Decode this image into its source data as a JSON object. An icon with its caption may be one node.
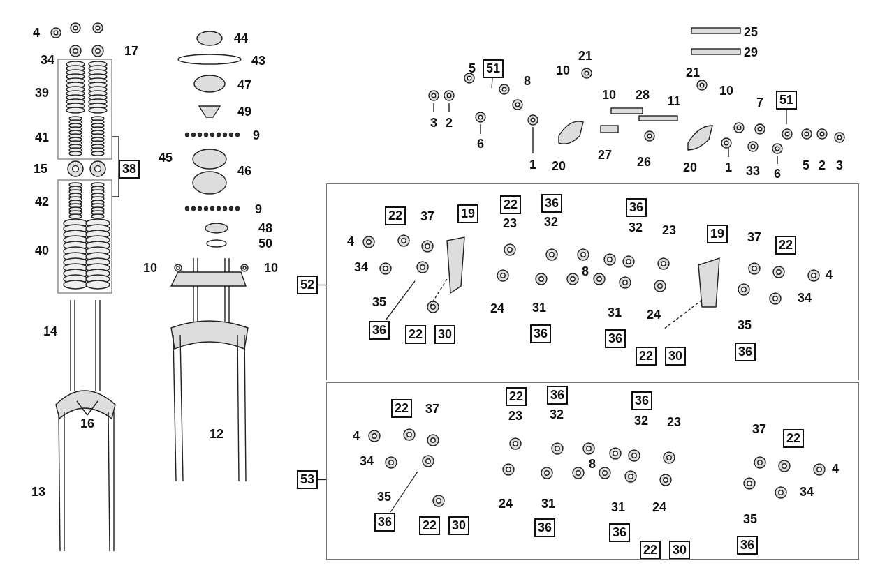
{
  "diagram": {
    "nodes": [
      {
        "text": [
          "38"
        ]
      },
      {
        "text": [
          "51"
        ]
      },
      {
        "text": [
          "51"
        ]
      },
      {
        "text": [
          "52"
        ]
      },
      {
        "text": [],
        "shape": "box"
      },
      {
        "text": [
          "22"
        ],
        "in": 4
      },
      {
        "text": [
          "19"
        ],
        "in": 4
      },
      {
        "text": [
          "22"
        ],
        "in": 4
      },
      {
        "text": [
          "36"
        ],
        "in": 4
      },
      {
        "text": [
          "36"
        ],
        "in": 4
      },
      {
        "text": [
          "19"
        ],
        "in": 4
      },
      {
        "text": [
          "22"
        ],
        "in": 4
      },
      {
        "text": [
          "36"
        ],
        "in": 4
      },
      {
        "text": [
          "22"
        ],
        "in": 4
      },
      {
        "text": [
          "30"
        ],
        "in": 4
      },
      {
        "text": [
          "36"
        ],
        "in": 4
      },
      {
        "text": [
          "36"
        ],
        "in": 4
      },
      {
        "text": [
          "22"
        ],
        "in": 4
      },
      {
        "text": [
          "30"
        ],
        "in": 4
      },
      {
        "text": [
          "36"
        ],
        "in": 4
      },
      {
        "text": [
          "53"
        ]
      },
      {
        "text": [],
        "shape": "box"
      },
      {
        "text": [
          "22"
        ],
        "in": 21
      },
      {
        "text": [
          "36"
        ],
        "in": 21
      },
      {
        "text": [
          "36"
        ],
        "in": 21
      },
      {
        "text": [
          "22"
        ],
        "in": 21
      },
      {
        "text": [
          "22"
        ],
        "in": 21
      },
      {
        "text": [
          "36"
        ],
        "in": 21
      },
      {
        "text": [
          "22"
        ],
        "in": 21
      },
      {
        "text": [
          "30"
        ],
        "in": 21
      },
      {
        "text": [
          "36"
        ],
        "in": 21
      },
      {
        "text": [
          "36"
        ],
        "in": 21
      },
      {
        "text": [
          "22"
        ],
        "in": 21
      },
      {
        "text": [
          "30"
        ],
        "in": 21
      },
      {
        "text": [
          "36"
        ],
        "in": 21
      }
    ],
    "edges": [
      {
        "from": 1,
        "to": null,
        "arrow": "none"
      },
      {
        "from": 2,
        "to": null,
        "arrow": "none"
      },
      {
        "from": 3,
        "to": 4,
        "arrow": "none"
      },
      {
        "from": 12,
        "to": null,
        "arrow": "none"
      },
      {
        "from": 20,
        "to": 21,
        "arrow": "none"
      },
      {
        "from": 27,
        "to": null,
        "arrow": "none"
      }
    ],
    "labels": [
      "4",
      "17",
      "34",
      "39",
      "41",
      "15",
      "42",
      "40",
      "14",
      "16",
      "13",
      "44",
      "43",
      "47",
      "49",
      "9",
      "45",
      "46",
      "9",
      "48",
      "50",
      "10",
      "10",
      "12",
      "25",
      "21",
      "29",
      "5",
      "10",
      "21",
      "8",
      "10",
      "28",
      "11",
      "10",
      "7",
      "3",
      "2",
      "6",
      "1",
      "20",
      "27",
      "26",
      "20",
      "1",
      "33",
      "6",
      "5",
      "2",
      "3",
      "37",
      "23",
      "32",
      "32",
      "23",
      "37",
      "4",
      "34",
      "8",
      "4",
      "34",
      "35",
      "24",
      "31",
      "31",
      "24",
      "35",
      "37",
      "23",
      "32",
      "32",
      "23",
      "37",
      "4",
      "34",
      "8",
      "4",
      "34",
      "35",
      "24",
      "31",
      "31",
      "24",
      "35"
    ]
  }
}
